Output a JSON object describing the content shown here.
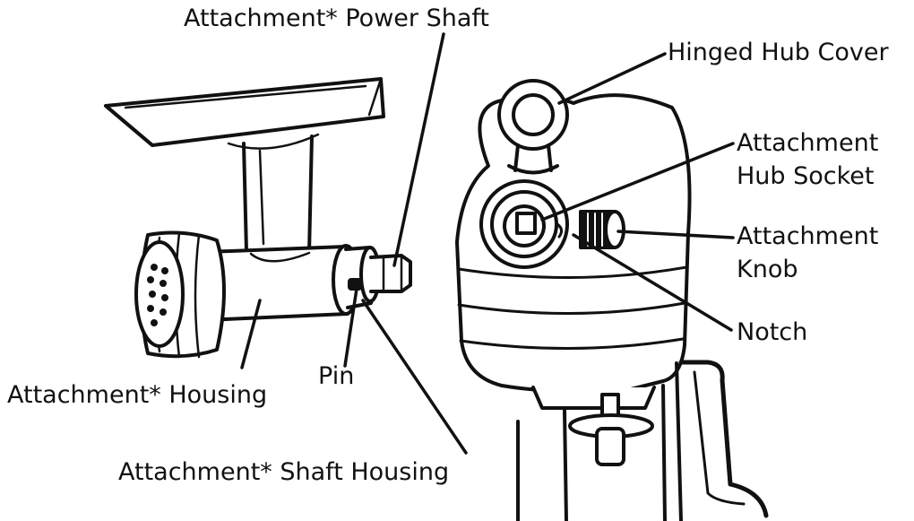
{
  "labels": {
    "power_shaft": "Attachment* Power Shaft",
    "hinged_hub_cover": "Hinged Hub Cover",
    "hub_socket_line1": "Attachment",
    "hub_socket_line2": "Hub Socket",
    "knob_line1": "Attachment",
    "knob_line2": "Knob",
    "notch": "Notch",
    "pin": "Pin",
    "housing": "Attachment* Housing",
    "shaft_housing": "Attachment* Shaft Housing"
  },
  "colors": {
    "ink": "#111111",
    "paper": "#ffffff",
    "shade": "#e6e6e6"
  }
}
